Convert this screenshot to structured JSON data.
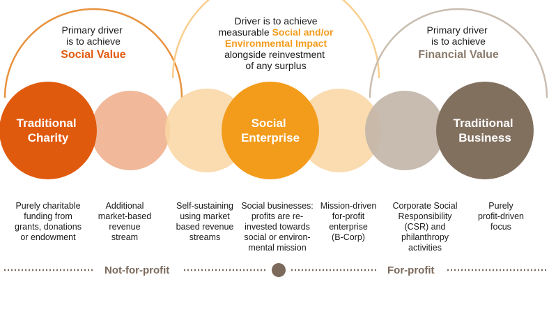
{
  "arcs": {
    "left": {
      "line1": "Primary driver",
      "line2": "is to achieve",
      "emphasis": "Social Value",
      "color": "#e8923e",
      "emphasis_color": "#e05a0e"
    },
    "center": {
      "line1": "Driver is to achieve",
      "line2_prefix": "measurable ",
      "line2_emphasis": "Social and/or",
      "line3_emphasis": "Environmental Impact",
      "line4": "alongside reinvestment",
      "line5": "of any surplus",
      "color": "#f8cf8e",
      "emphasis_color": "#f39c1c"
    },
    "right": {
      "line1": "Primary driver",
      "line2": "is to achieve",
      "emphasis": "Financial Value",
      "color": "#c9bdb0",
      "emphasis_color": "#8a7a6b"
    }
  },
  "circles": [
    {
      "label_line1": "Traditional",
      "label_line2": "Charity",
      "color": "#e05a0e"
    },
    {
      "label_line1": "",
      "label_line2": "",
      "color": "#f1b99a"
    },
    {
      "label_line1": "",
      "label_line2": "",
      "color": "#f9d6a2"
    },
    {
      "label_line1": "Social",
      "label_line2": "Enterprise",
      "color": "#f39c1c"
    },
    {
      "label_line1": "",
      "label_line2": "",
      "color": "#f9d6a2"
    },
    {
      "label_line1": "",
      "label_line2": "",
      "color": "#c2b5a8"
    },
    {
      "label_line1": "Traditional",
      "label_line2": "Business",
      "color": "#82705f"
    }
  ],
  "descriptions": [
    "Purely charitable\nfunding from\ngrants, donations\nor endowment",
    "Additional\nmarket-based\nrevenue\nstream",
    "Self-sustaining\nusing market\nbased revenue\nstreams",
    "Social businesses:\nprofits are re-\ninvested towards\nsocial or environ-\nmental mission",
    "Mission-driven\nfor-profit\nenterprise\n(B-Corp)",
    "Corporate Social\nResponsibility\n(CSR) and\nphilanthropy\nactivities",
    "Purely\nprofit-driven\nfocus"
  ],
  "axis": {
    "left_label": "Not-for-profit",
    "right_label": "For-profit",
    "color": "#7b6a5c"
  }
}
